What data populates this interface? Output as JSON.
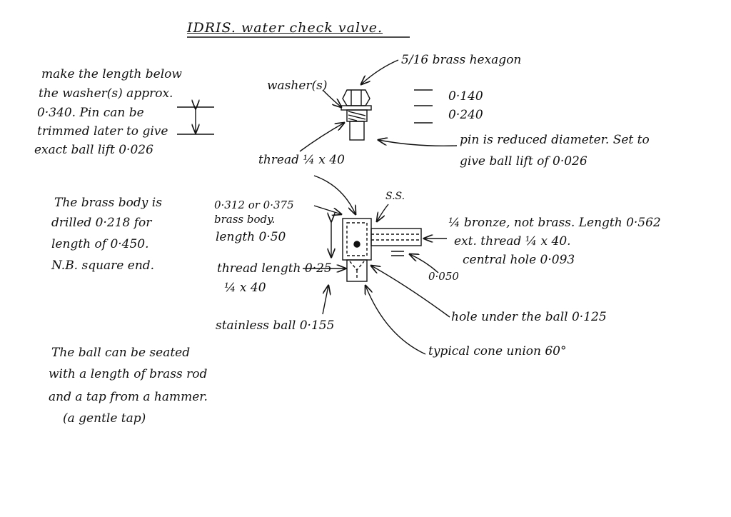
{
  "title": "IDRIS. water check valve.",
  "notes": {
    "length_note": [
      "make the length below",
      "the washer(s) approx.",
      "0·340. Pin can be",
      "trimmed later to give",
      "exact ball lift 0·026"
    ],
    "body_note": [
      "The brass body is",
      "drilled 0·218 for",
      "length of 0·450.",
      "N.B. square end."
    ],
    "ball_note": [
      "The ball can be seated",
      "with a length of brass rod",
      "and a tap from a hammer.",
      "(a gentle tap)"
    ]
  },
  "labels": {
    "hexagon": "5/16 brass hexagon",
    "washers": "washer(s)",
    "dim_top_1": "0·140",
    "dim_top_2": "0·240",
    "pin_note": [
      "pin is reduced diameter. Set to",
      "give ball lift of 0·026"
    ],
    "thread_top": "thread ¼ x 40",
    "ss": "S.S.",
    "body_size": [
      "0·312 or 0·375",
      "brass body."
    ],
    "body_length": "length 0·50",
    "bronze": [
      "¼ bronze, not brass. Length 0·562",
      "ext. thread ¼ x 40.",
      "central hole 0·093"
    ],
    "thread_length": [
      "thread length 0·25",
      "¼ x 40"
    ],
    "gap": "0·050",
    "stainless_ball": "stainless ball 0·155",
    "hole_under": "hole under the ball 0·125",
    "cone_union": "typical cone union 60°"
  }
}
